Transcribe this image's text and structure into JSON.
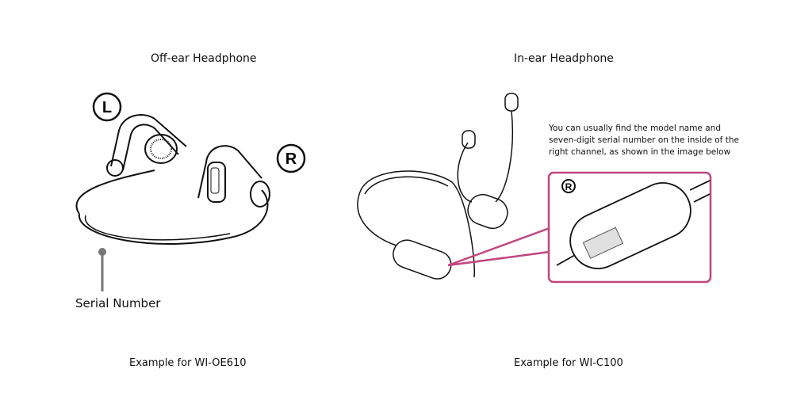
{
  "left": {
    "title": "Off-ear Headphone",
    "left_marker": "L",
    "right_marker": "R",
    "serial_label": "Serial Number",
    "caption": "Example for WI-OE610"
  },
  "right": {
    "title": "In-ear Headphone",
    "note_lines": [
      "You can usually find the model name and",
      "seven-digit serial number on the inside of the",
      "right channel, as shown in the image below"
    ],
    "right_marker": "R",
    "caption": "Example for WI-C100"
  },
  "colors": {
    "highlight": "#c2447f",
    "label_area": "#e0e0e0"
  }
}
